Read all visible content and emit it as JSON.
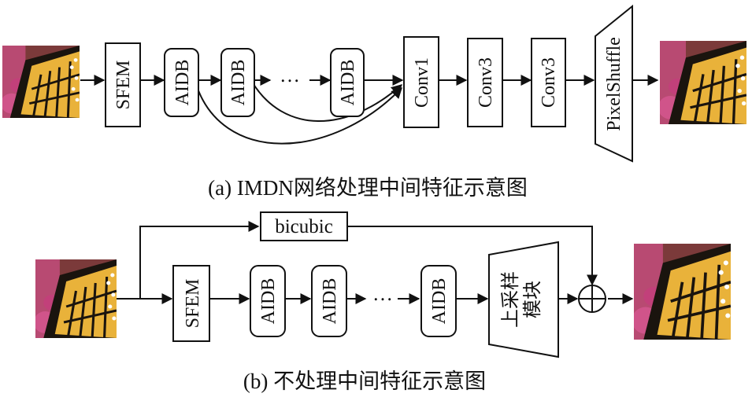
{
  "panel_a": {
    "caption": "(a) IMDN网络处理中间特征示意图",
    "sfem": "SFEM",
    "aidb_1": "AIDB",
    "aidb_2": "AIDB",
    "ellipsis": "…",
    "aidb_n": "AIDB",
    "conv1": "Conv1",
    "conv3_1": "Conv3",
    "conv3_2": "Conv3",
    "pixelshuffle": "PixelShuffle"
  },
  "panel_b": {
    "caption": "(b) 不处理中间特征示意图",
    "bicubic": "bicubic",
    "sfem": "SFEM",
    "aidb_1": "AIDB",
    "aidb_2": "AIDB",
    "ellipsis": "…",
    "aidb_n": "AIDB",
    "upsample_line1": "上采样",
    "upsample_line2": "模块"
  },
  "images": {
    "a_input": "butterfly-image",
    "a_output": "butterfly-image",
    "b_input": "butterfly-image",
    "b_output": "butterfly-image"
  },
  "colors": {
    "wing_yellow": "#e9b23a",
    "wing_vein": "#1a140e",
    "flower_pink": "#c2407a",
    "stroke": "#111111"
  }
}
